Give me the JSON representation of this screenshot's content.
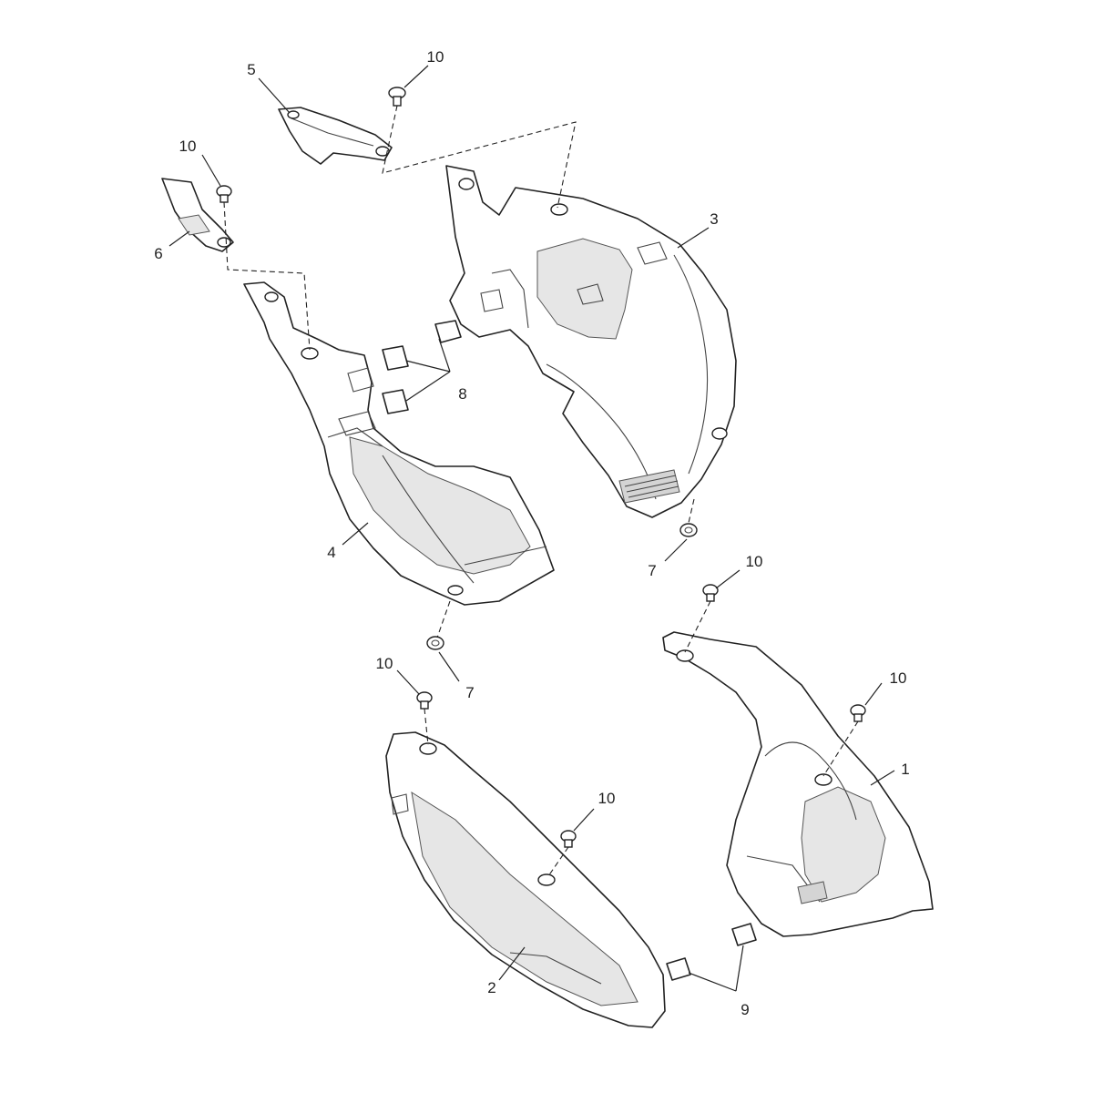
{
  "colors": {
    "line": "#222222",
    "fill": "#ffffff",
    "shade": "#e6e6e6"
  },
  "callouts": {
    "c1": "1",
    "c2": "2",
    "c3": "3",
    "c4": "4",
    "c5": "5",
    "c6": "6",
    "c7a": "7",
    "c7b": "7",
    "c8": "8",
    "c9": "9",
    "c10a": "10",
    "c10b": "10",
    "c10c": "10",
    "c10d": "10",
    "c10e": "10",
    "c10f": "10"
  }
}
